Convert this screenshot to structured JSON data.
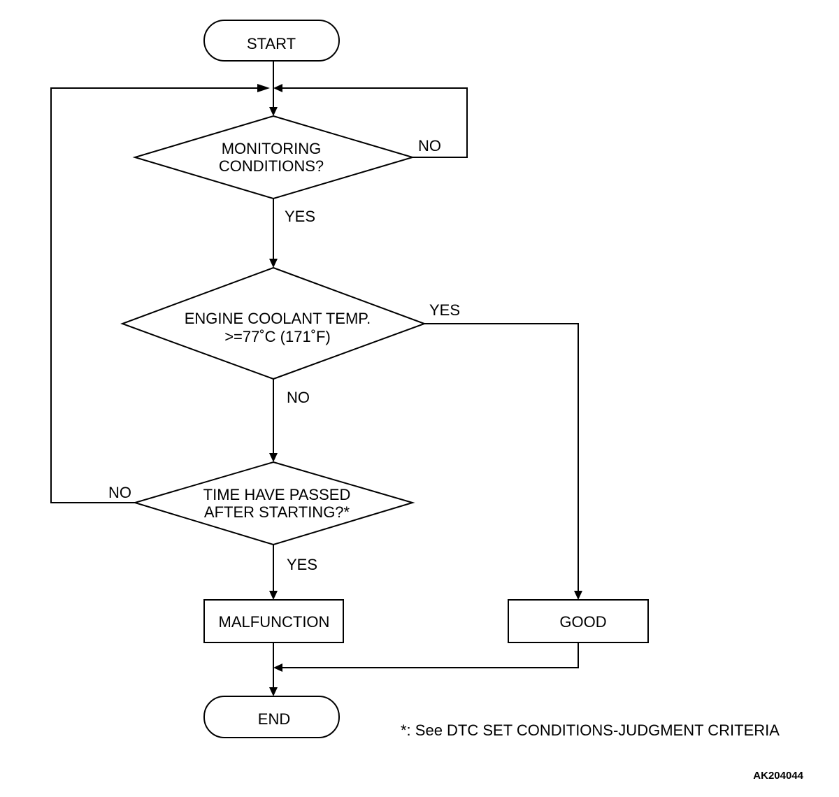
{
  "flowchart": {
    "start": "START",
    "end": "END",
    "decision_monitoring": [
      "MONITORING",
      "CONDITIONS?"
    ],
    "decision_temp": [
      "ENGINE COOLANT TEMP.",
      ">=77˚C (171˚F)"
    ],
    "decision_time": [
      "TIME HAVE PASSED",
      "AFTER STARTING?*"
    ],
    "malfunction": "MALFUNCTION",
    "good": "GOOD",
    "labels": {
      "monitoring_no": "NO",
      "monitoring_yes": "YES",
      "temp_yes": "YES",
      "temp_no": "NO",
      "time_no": "NO",
      "time_yes": "YES"
    }
  },
  "footnote": "*: See DTC SET CONDITIONS-JUDGMENT CRITERIA",
  "figure_id": "AK204044"
}
